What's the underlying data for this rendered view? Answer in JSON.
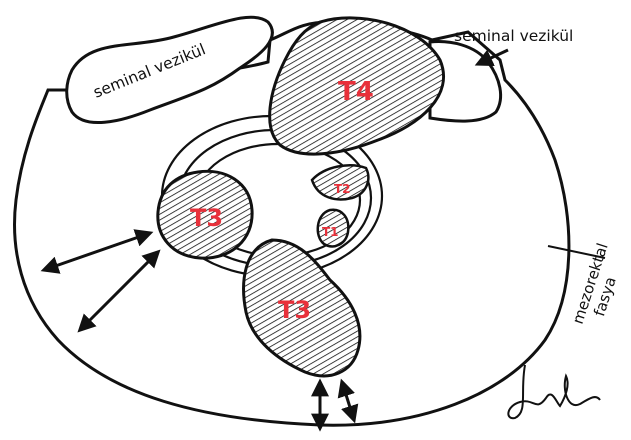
{
  "labels": {
    "seminal_left": "seminal vezikül",
    "seminal_right": "seminal vezikül",
    "fascia_line1": "mezorektal",
    "fascia_line2": "fasya"
  },
  "tumors": {
    "t4": "T4",
    "t3_left": "T3",
    "t3_bottom": "T3",
    "t2": "T2",
    "t1": "T1"
  },
  "colors": {
    "ink": "#111111",
    "tumor_label": "#e8303a",
    "background": "#ffffff"
  },
  "signature": "handwritten signature"
}
